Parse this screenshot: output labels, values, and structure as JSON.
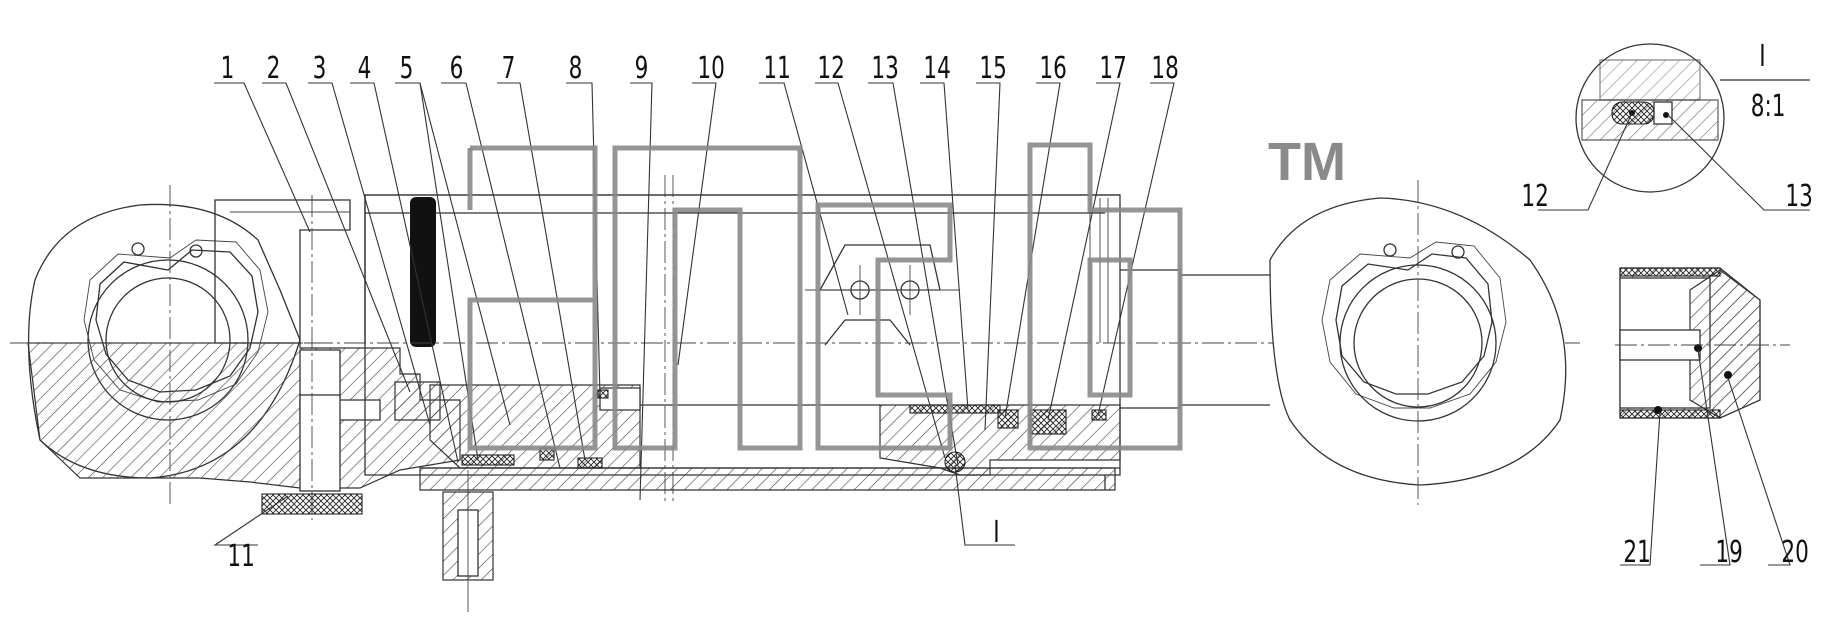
{
  "labels": {
    "n1": "1",
    "n2": "2",
    "n3": "3",
    "n4": "4",
    "n5": "5",
    "n6": "6",
    "n7": "7",
    "n8": "8",
    "n9": "9",
    "n10": "10",
    "n11": "11",
    "n12": "12",
    "n13": "13",
    "n14": "14",
    "n15": "15",
    "n16": "16",
    "n17": "17",
    "n18": "18",
    "n11_bottom": "11",
    "detail_ref": "I",
    "detail_12": "12",
    "detail_13": "13",
    "n19": "19",
    "n20": "20",
    "n21": "21"
  },
  "detail_callout": {
    "name": "I",
    "scale": "8:1"
  },
  "watermark": {
    "trademark": "TM"
  }
}
